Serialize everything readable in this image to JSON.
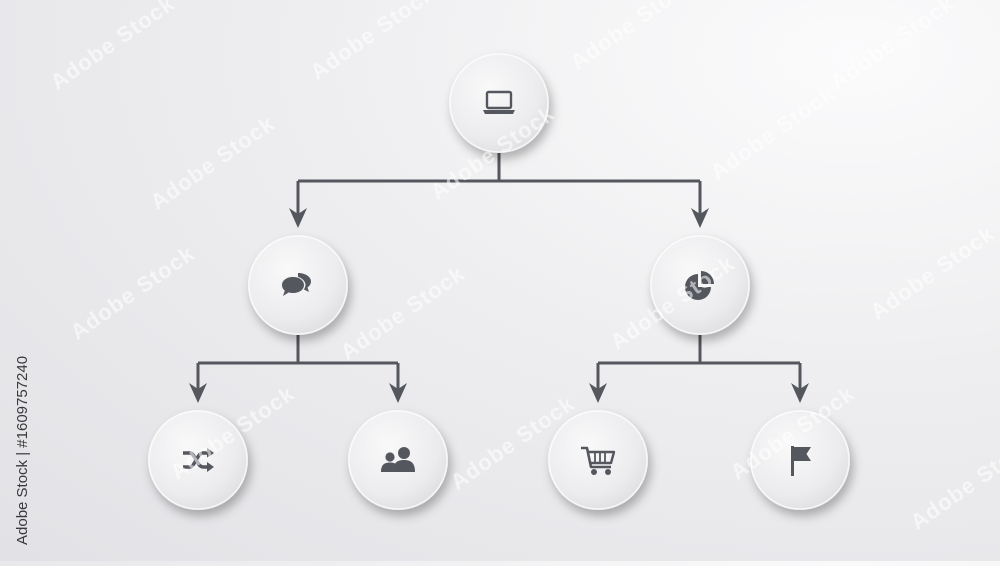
{
  "diagram": {
    "colors": {
      "connector": "#55575e",
      "icon": "#55575e",
      "node_fill": "#ededef"
    },
    "nodes": [
      {
        "id": "root",
        "icon": "laptop-icon",
        "parent": null
      },
      {
        "id": "left",
        "icon": "chat-bubbles-icon",
        "parent": "root"
      },
      {
        "id": "right",
        "icon": "pie-chart-icon",
        "parent": "root"
      },
      {
        "id": "left-left",
        "icon": "shuffle-icon",
        "parent": "left"
      },
      {
        "id": "left-right",
        "icon": "users-icon",
        "parent": "left"
      },
      {
        "id": "right-left",
        "icon": "shopping-cart-icon",
        "parent": "right"
      },
      {
        "id": "right-right",
        "icon": "flag-icon",
        "parent": "right"
      }
    ]
  },
  "watermark": {
    "text": "Adobe Stock"
  },
  "side_credit": {
    "text": "Adobe Stock | #1609757240"
  }
}
